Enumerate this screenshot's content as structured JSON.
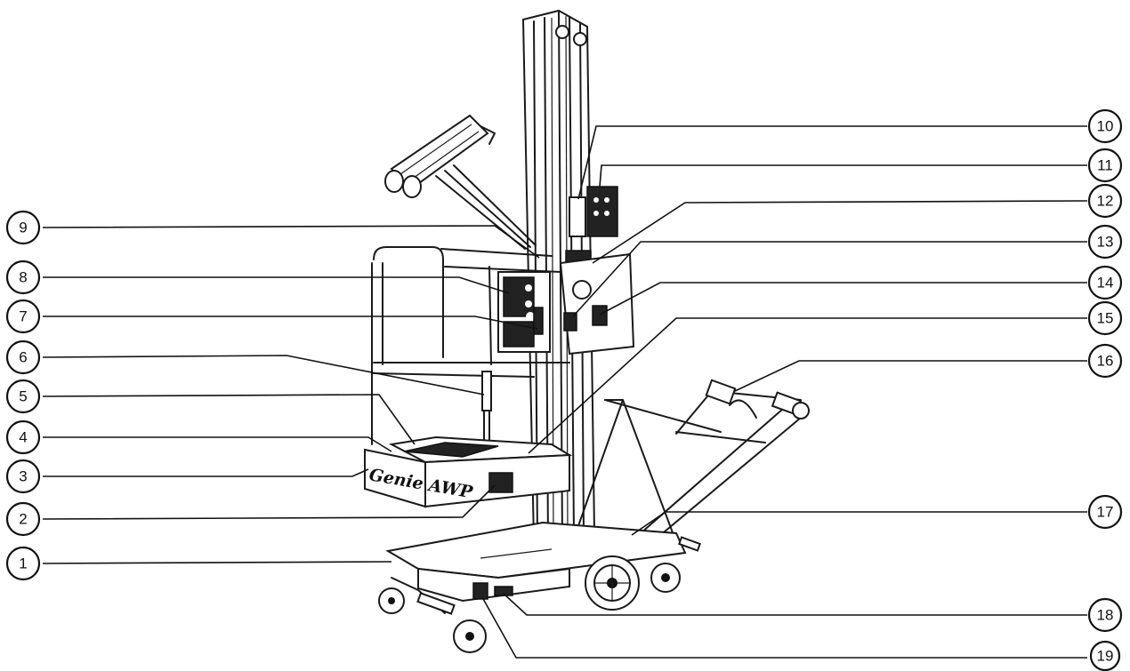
{
  "callouts": [
    {
      "num": "1"
    },
    {
      "num": "2"
    },
    {
      "num": "3"
    },
    {
      "num": "4"
    },
    {
      "num": "5"
    },
    {
      "num": "6"
    },
    {
      "num": "7"
    },
    {
      "num": "8"
    },
    {
      "num": "9"
    },
    {
      "num": "10"
    },
    {
      "num": "11"
    },
    {
      "num": "12"
    },
    {
      "num": "13"
    },
    {
      "num": "14"
    },
    {
      "num": "15"
    },
    {
      "num": "16"
    },
    {
      "num": "17"
    },
    {
      "num": "18"
    },
    {
      "num": "19"
    }
  ],
  "decal": {
    "brand": "Genie AWP"
  }
}
